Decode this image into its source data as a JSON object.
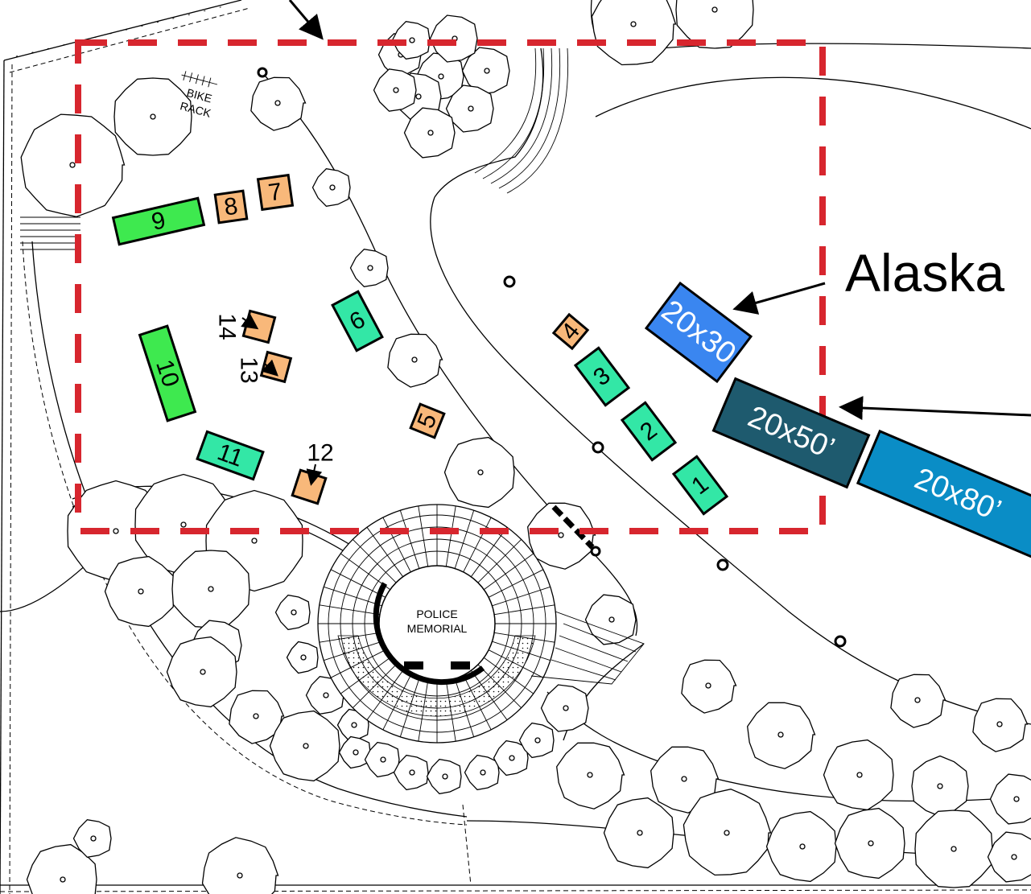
{
  "callout": {
    "text": "Alaska"
  },
  "map_labels": {
    "bike_rack": [
      "BIKE",
      "RACK"
    ],
    "memorial": [
      "POLICE",
      "MEMORIAL"
    ]
  },
  "colors": {
    "boundary": "#d7262e",
    "green_booth": "#3ee94f",
    "teal_booth": "#33e7a6",
    "orange_booth": "#f8b87a",
    "blue_tent": "#3a86f0",
    "dark_tent": "#1e5a6e",
    "mid_tent": "#0a8dc6"
  },
  "booths": [
    {
      "label": "1",
      "color": "teal"
    },
    {
      "label": "2",
      "color": "teal"
    },
    {
      "label": "3",
      "color": "teal"
    },
    {
      "label": "4",
      "color": "orange"
    },
    {
      "label": "5",
      "color": "orange"
    },
    {
      "label": "6",
      "color": "teal"
    },
    {
      "label": "7",
      "color": "orange"
    },
    {
      "label": "8",
      "color": "orange"
    },
    {
      "label": "9",
      "color": "green"
    },
    {
      "label": "10",
      "color": "green"
    },
    {
      "label": "11",
      "color": "teal"
    },
    {
      "label": "12",
      "color": "orange"
    },
    {
      "label": "13",
      "color": "orange"
    },
    {
      "label": "14",
      "color": "orange"
    }
  ],
  "tents": [
    {
      "label": "20x30",
      "color": "blue"
    },
    {
      "label": "20x50’",
      "color": "dark"
    },
    {
      "label": "20x80’",
      "color": "mid"
    }
  ]
}
